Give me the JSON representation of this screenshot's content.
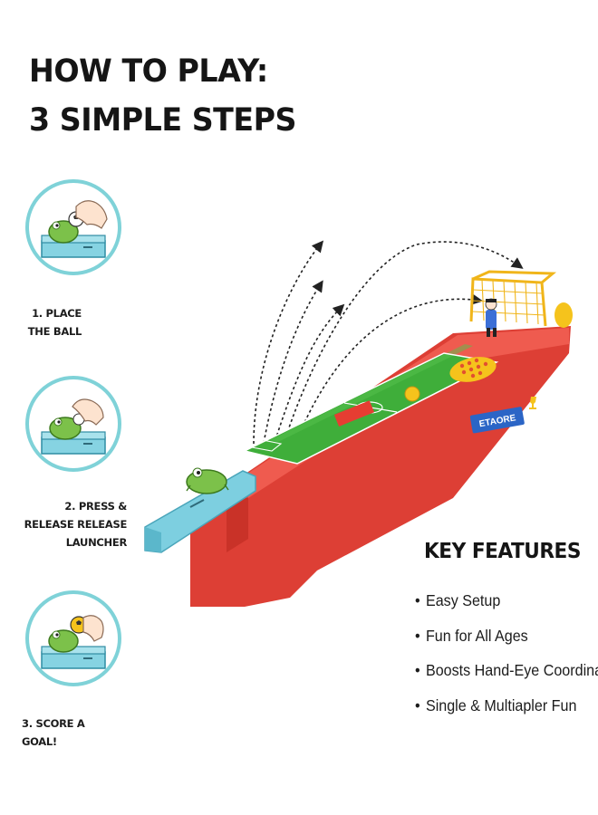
{
  "heading": {
    "line1": "HOW TO PLAY:",
    "line2": "3 SIMPLE STEPS"
  },
  "steps": [
    {
      "label": "1. PLACE THE BALL",
      "icon": "place-ball-icon"
    },
    {
      "label": "2. PRESS & RELEASE RELEASE LAUNCHER",
      "icon": "press-launcher-icon"
    },
    {
      "label": "3. SCORE A GOAL!",
      "icon": "score-goal-icon"
    }
  ],
  "product": {
    "brand": "ETAORE"
  },
  "key_features": {
    "title": "KEY FEATURES",
    "items": [
      "Easy Setup",
      "Fun for All Ages",
      "Boosts Hand-Eye Coordination",
      "Single & Multiapler Fun"
    ]
  },
  "colors": {
    "circle_border": "#7fd2d8",
    "board_red": "#e8453c",
    "field_green": "#3fae3a",
    "launcher_blue": "#7dcfe0",
    "goal_yellow": "#f5c31c"
  }
}
